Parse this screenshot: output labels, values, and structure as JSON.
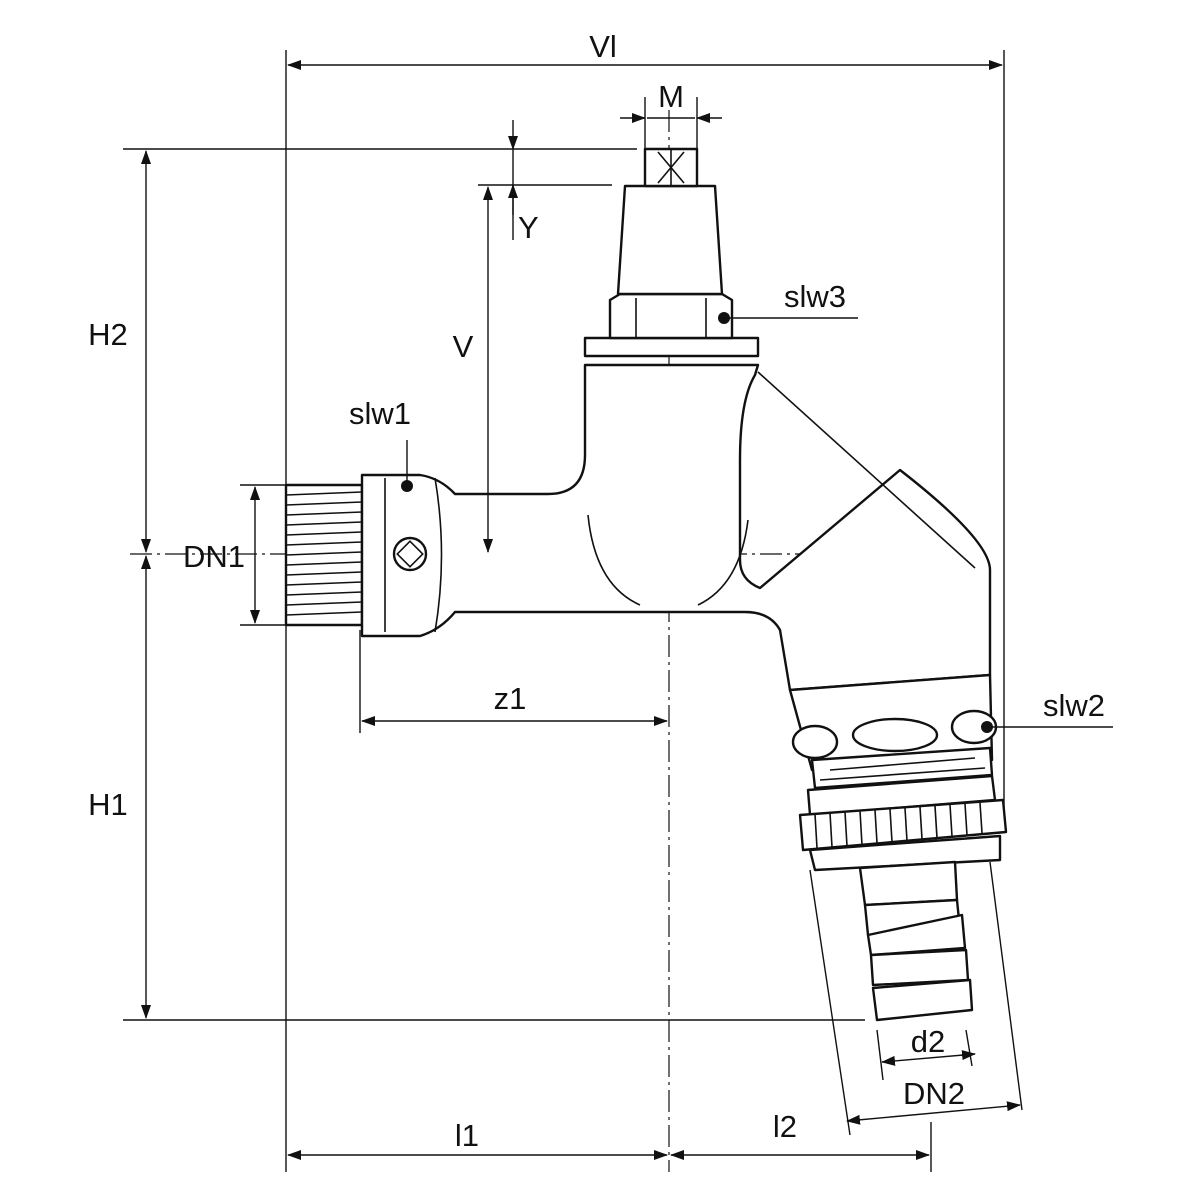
{
  "labels": {
    "Vl": "Vl",
    "M": "M",
    "Y": "Y",
    "V": "V",
    "H2": "H2",
    "H1": "H1",
    "DN1": "DN1",
    "slw1": "slw1",
    "slw2": "slw2",
    "slw3": "slw3",
    "z1": "z1",
    "l1": "l1",
    "l2": "l2",
    "d2": "d2",
    "DN2": "DN2"
  },
  "colors": {
    "line": "#111111",
    "background": "#ffffff"
  }
}
